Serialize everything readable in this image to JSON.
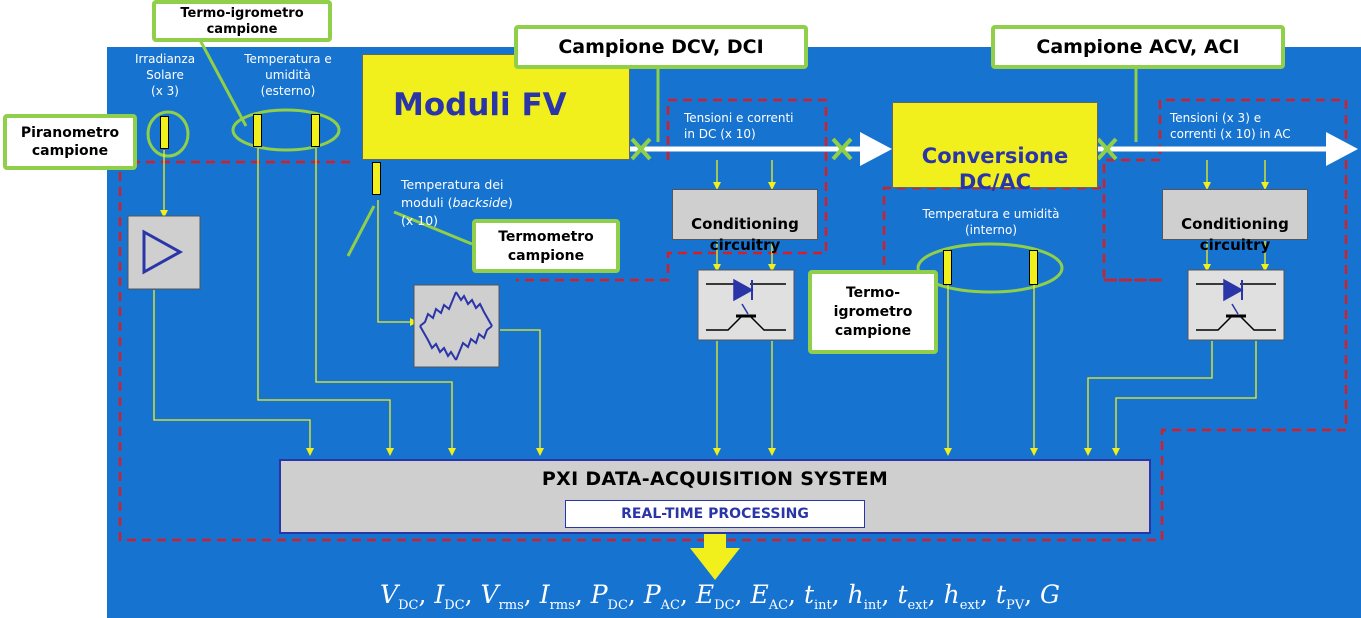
{
  "callouts": {
    "piranometro": "Piranometro\ncampione",
    "termo_igrometro_top": "Termo-igrometro\ncampione",
    "campione_dc": "Campione DCV, DCI",
    "campione_ac": "Campione ACV, ACI",
    "termometro": "Termometro\ncampione",
    "termo_igrometro_mid": "Termo-\nigrometro\ncampione"
  },
  "blocks": {
    "moduli_fv": "Moduli FV",
    "conversione": "Conversione\nDC/AC",
    "conditioning_dc": "Conditioning\ncircuitry",
    "conditioning_ac": "Conditioning\ncircuitry",
    "pxi_title": "PXI DATA-ACQUISITION SYSTEM",
    "pxi_sub": "REAL-TIME PROCESSING"
  },
  "labels": {
    "irradianza": "Irradianza\nSolare\n(x 3)",
    "temp_umid_ext": "Temperatura e\numidità\n(esterno)",
    "temp_moduli_1": "Temperatura dei",
    "temp_moduli_2": "moduli (",
    "temp_moduli_italic": "backside",
    "temp_moduli_3": ")",
    "temp_moduli_4": "(x 10)",
    "tensioni_dc": "Tensioni e correnti\nin DC (x 10)",
    "tensioni_ac": "Tensioni (x 3) e\ncorrenti (x 10) in AC",
    "temp_umid_int": "Temperatura e umidità\n(interno)"
  },
  "output_formula": [
    {
      "v": "V",
      "s": "DC"
    },
    {
      "v": "I",
      "s": "DC"
    },
    {
      "v": "V",
      "s": "rms"
    },
    {
      "v": "I",
      "s": "rms"
    },
    {
      "v": "P",
      "s": "DC"
    },
    {
      "v": "P",
      "s": "AC"
    },
    {
      "v": "E",
      "s": "DC"
    },
    {
      "v": "E",
      "s": "AC"
    },
    {
      "v": "t",
      "s": "int"
    },
    {
      "v": "h",
      "s": "int"
    },
    {
      "v": "t",
      "s": "ext"
    },
    {
      "v": "h",
      "s": "ext"
    },
    {
      "v": "t",
      "s": "PV"
    },
    {
      "v": "G",
      "s": ""
    }
  ],
  "colors": {
    "background": "#1673cf",
    "callout_border": "#8fcf49",
    "yellow": "#f2f01c",
    "dashed": "#d21f2a",
    "grey": "#cfcfcf"
  }
}
